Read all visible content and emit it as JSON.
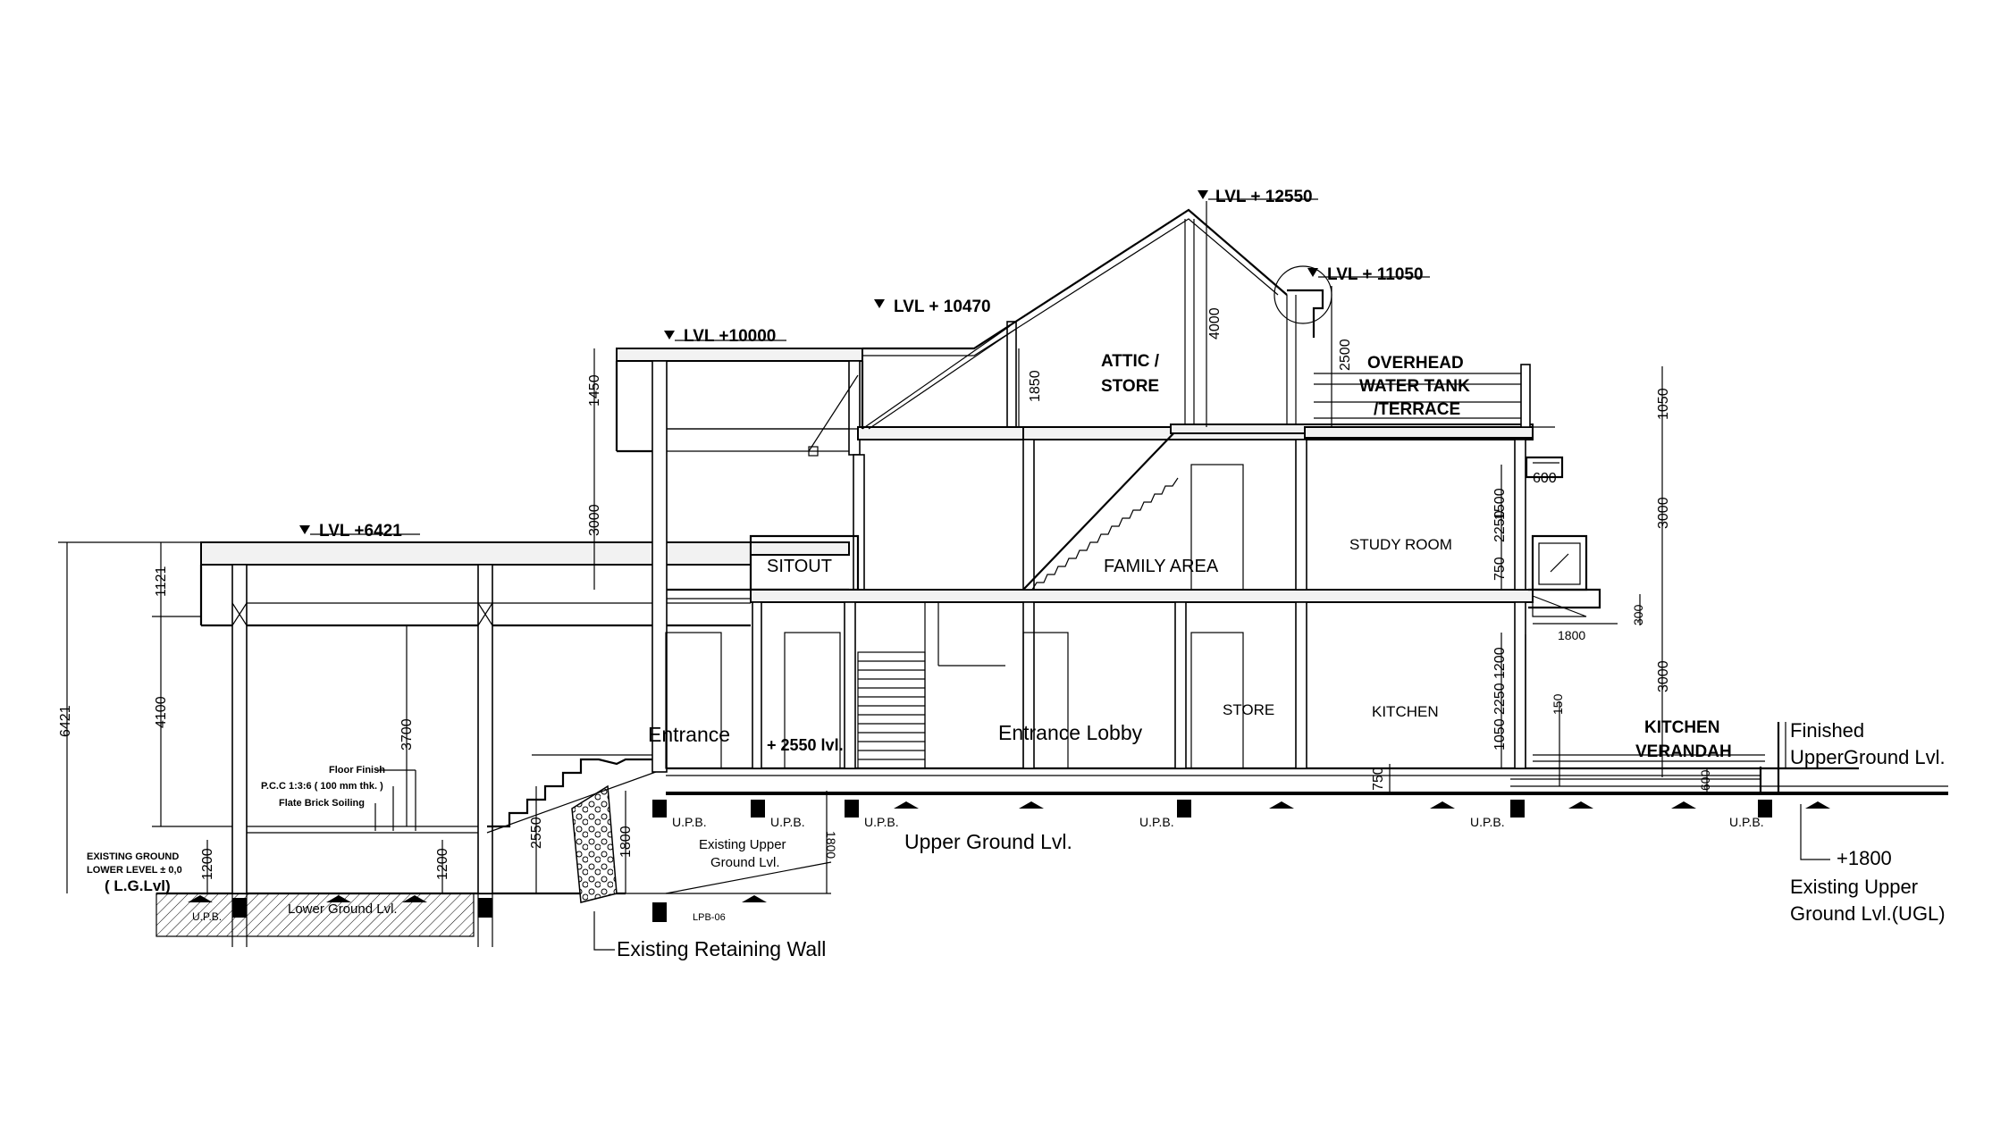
{
  "levels": {
    "ridge": "LVL + 12550",
    "parapet": "LVL + 11050",
    "mid_roof": "LVL + 10470",
    "roof": "LVL +10000",
    "canopy": "LVL +6421"
  },
  "rooms": {
    "attic_line1": "ATTIC /",
    "attic_line2": "STORE",
    "tank_line1": "OVERHEAD",
    "tank_line2": "WATER TANK",
    "tank_line3": "/TERRACE",
    "sitout": "SITOUT",
    "family_area": "FAMILY AREA",
    "study_room": "STUDY ROOM",
    "store": "STORE",
    "kitchen": "KITCHEN",
    "entrance": "Entrance",
    "entrance_level": "+ 2550 lvl.",
    "entrance_lobby": "Entrance Lobby",
    "kitchen_verandah_1": "KITCHEN",
    "kitchen_verandah_2": "VERANDAH"
  },
  "notes": {
    "floor_finish": "Floor Finish",
    "pcc": "P.C.C 1:3:6 ( 100 mm thk. )",
    "brick_soling": "Flate Brick Soiling",
    "existing_ground_1": "EXISTING GROUND",
    "existing_ground_2": "LOWER LEVEL ± 0,0",
    "lgl": "( L.G.Lvl)",
    "lower_ground": "Lower Ground Lvl.",
    "existing_upper_1": "Existing Upper",
    "existing_upper_2": "Ground Lvl.",
    "upper_ground": "Upper Ground Lvl.",
    "retaining_wall": "Existing Retaining Wall",
    "finished_ugl_1": "Finished",
    "finished_ugl_2": "UpperGround Lvl.",
    "ugl_plus": "+1800",
    "ugl_1": "Existing Upper",
    "ugl_2": "Ground Lvl.(UGL)",
    "upb": "U.P.B.",
    "lpb": "LPB-06"
  },
  "dimensions": {
    "d4000": "4000",
    "d2500": "2500",
    "d1850": "1850",
    "d1450": "1450",
    "d3000a": "3000",
    "d1050a": "1050",
    "d3000b": "3000",
    "d3000c": "3000",
    "d600a": "600",
    "d2250a": "2250",
    "d1500": "1500",
    "d750a": "750",
    "d300": "300",
    "d1800a": "1800",
    "d2250b": "2250",
    "d1200a": "1200",
    "d1050b": "1050",
    "d150": "150",
    "d750b": "750",
    "d600b": "600",
    "d6421": "6421",
    "d1121": "1121",
    "d4100": "4100",
    "d3700": "3700",
    "d1200b": "1200",
    "d1200c": "1200",
    "d2550": "2550",
    "d1800b": "1800",
    "d1800c": "1800"
  }
}
